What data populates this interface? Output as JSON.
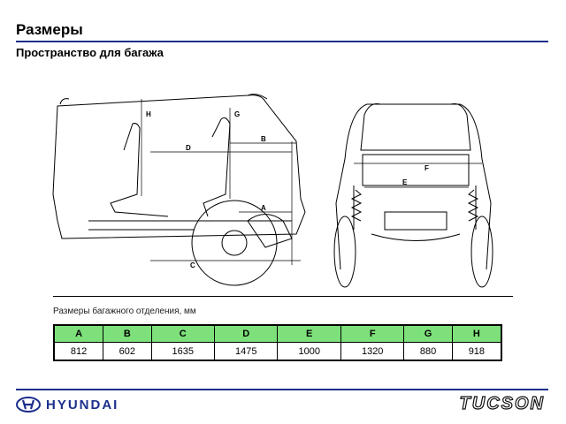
{
  "slide": {
    "title": "Размеры",
    "subtitle": "Пространство для багажа",
    "caption": "Размеры багажного отделения, мм"
  },
  "diagram": {
    "side_labels": [
      "H",
      "G",
      "D",
      "B",
      "A",
      "C"
    ],
    "rear_labels": [
      "F",
      "E"
    ]
  },
  "table": {
    "headers": [
      "A",
      "B",
      "C",
      "D",
      "E",
      "F",
      "G",
      "H"
    ],
    "values": [
      "812",
      "602",
      "1635",
      "1475",
      "1000",
      "1320",
      "880",
      "918"
    ]
  },
  "footer": {
    "brand": "HYUNDAI",
    "model": "TUCSON",
    "rule_color": "#1d2f8c",
    "header_color": "#7de07a"
  }
}
